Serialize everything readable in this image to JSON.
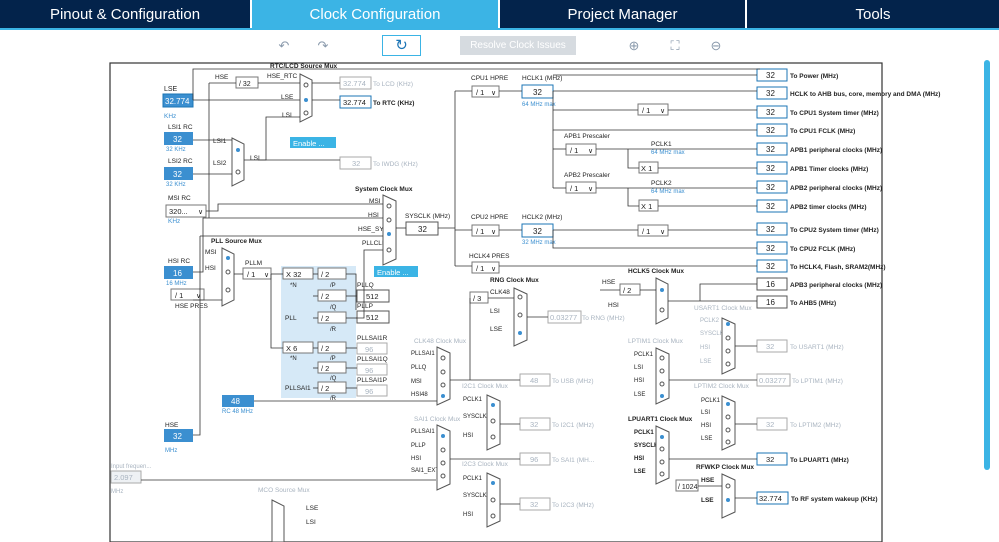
{
  "tabs": [
    "Pinout & Configuration",
    "Clock Configuration",
    "Project Manager",
    "Tools"
  ],
  "toolbar": {
    "undo_icon": "undo-icon",
    "redo_icon": "redo-icon",
    "refresh_icon": "refresh-icon",
    "resolve_label": "Resolve Clock Issues",
    "zoom_in_icon": "zoom-in-icon",
    "fit_icon": "fit-icon",
    "zoom_out_icon": "zoom-out-icon"
  },
  "colors": {
    "tab_bg": "#03234b",
    "tab_active": "#3bb4e5",
    "source_fill": "#3b8fd0",
    "pll_panel": "#d6e9f7",
    "output_border": "#1b74b5"
  },
  "diagram": {
    "rtc_mux_title": "RTC/LCD Source Mux",
    "hse": "HSE",
    "hse_rtc": "HSE_RTC",
    "div32": "/ 32",
    "lse": "LSE",
    "lse_val": "32.774",
    "khz": "KHz",
    "lsi": "LSI",
    "lcd_val": "32.774",
    "to_lcd": "To LCD (KHz)",
    "rtc_val": "32.774",
    "to_rtc": "To RTC (KHz)",
    "enable_css": "Enable ...",
    "lsi1_rc": "LSI1 RC",
    "lsi1_val": "32",
    "lsi1_khz": "32 KHz",
    "lsi1": "LSI1",
    "lsi2_rc": "LSI2 RC",
    "lsi2_val": "32",
    "lsi2_khz": "32 KHz",
    "lsi2": "LSI2",
    "iwdg_val": "32",
    "to_iwdg": "To IWDG (KHz)",
    "msi_rc": "MSI RC",
    "msi_val": "320...",
    "msi_khz": "KHz",
    "sys_mux_title": "System Clock Mux",
    "msi": "MSI",
    "hsi": "HSI",
    "hse_sys": "HSE_SYS",
    "pllclk": "PLLCLK",
    "sysclk_label": "SYSCLK (MHz)",
    "sysclk_val": "32",
    "enable_css2": "Enable ...",
    "pll_mux_title": "PLL Source Mux",
    "hsi_rc": "HSI RC",
    "hsi_val": "16",
    "hsi_mhz": "16 MHz",
    "hse_pres_div": "/ 1",
    "hse_pres": "HSE PRES",
    "pllm_label": "PLLM",
    "pllm_val": "/ 1",
    "pll_n_val": "X 32",
    "pll_n": "*N",
    "pll_p_val": "/ 2",
    "pll_p": "/P",
    "pll_q_val": "/ 2",
    "pll_q": "/Q",
    "pll_r_val": "/ 2",
    "pll_r": "/R",
    "pll_label": "PLL",
    "pllq_label": "PLLQ",
    "pllq_val": "512",
    "pllp_label": "PLLP",
    "pllp_val": "512",
    "sai_n_val": "X 6",
    "sai_n": "*N",
    "sai_p_val": "/ 2",
    "sai_p": "/P",
    "sai_q_val": "/ 2",
    "sai_q": "/Q",
    "sai_r_val": "/ 2",
    "sai_r": "/R",
    "pllsai1_label": "PLLSAI1",
    "pllsai1r": "PLLSAI1R",
    "pllsai1r_val": "96",
    "pllsai1q": "PLLSAI1Q",
    "pllsai1q_val": "96",
    "pllsai1p": "PLLSAI1P",
    "pllsai1p_val": "96",
    "hsi48_val": "48",
    "rc48": "RC 48 MHz",
    "hse_label": "HSE",
    "hse_val": "32",
    "hse_mhz": "MHz",
    "input_freq": "Input frequen...",
    "input_val": "2.097",
    "input_mhz": "MHz",
    "mco_title": "MCO Source Mux",
    "mco_lse": "LSE",
    "mco_lsi": "LSI",
    "cpu1_hpre": "CPU1 HPRE",
    "cpu1_div": "/ 1",
    "hclk1_label": "HCLK1 (MHz)",
    "hclk1_val": "32",
    "hclk1_max": "64 MHz max",
    "cpu1_systimer_div": "/ 1",
    "apb1_prescaler": "APB1 Prescaler",
    "apb1_div": "/ 1",
    "pclk1": "PCLK1",
    "pclk1_max": "64 MHz max",
    "x1_a": "X 1",
    "apb2_prescaler": "APB2 Prescaler",
    "apb2_div": "/ 1",
    "pclk2": "PCLK2",
    "pclk2_max": "64 MHz max",
    "x1_b": "X 1",
    "cpu2_hpre": "CPU2 HPRE",
    "cpu2_div": "/ 1",
    "hclk2_label": "HCLK2 (MHz)",
    "hclk2_val": "32",
    "hclk2_max": "32 MHz max",
    "cpu2_systimer_div": "/ 1",
    "hclk4_pres": "HCLK4 PRES",
    "hclk4_div": "/ 1",
    "rng_title": "RNG Clock Mux",
    "clk48": "CLK48",
    "rng_lsi": "LSI",
    "rng_lse": "LSE",
    "rng_div": "/ 3",
    "rng_val": "0.03277",
    "to_rng": "To RNG (MHz)",
    "hclk5_title": "HCLK5 Clock Mux",
    "hclk5_hse": "HSE",
    "hclk5_div": "/ 2",
    "hclk5_hsi": "HSI",
    "clk48_title": "CLK48 Clock Mux",
    "c48_pllsai1": "PLLSAI1",
    "c48_pllq": "PLLQ",
    "c48_msi": "MSI",
    "c48_hsi48": "HSI48",
    "usb_val": "48",
    "to_usb": "To USB (MHz)",
    "i2c1_title": "I2C1 Clock Mux",
    "i2c1_pclk1": "PCLK1",
    "i2c1_sysclk": "SYSCLK",
    "i2c1_hsi": "HSI",
    "i2c1_val": "32",
    "to_i2c1": "To I2C1 (MHz)",
    "sai1_title": "SAI1 Clock Mux",
    "sai1_pllsai1": "PLLSAI1",
    "sai1_pllp": "PLLP",
    "sai1_hsi": "HSI",
    "sai1_ext": "SAI1_EXT",
    "sai1_val": "96",
    "to_sai1": "To SAI1 (MH...",
    "i2c3_title": "I2C3 Clock Mux",
    "i2c3_pclk1": "PCLK1",
    "i2c3_sysclk": "SYSCLK",
    "i2c3_hsi": "HSI",
    "i2c3_val": "32",
    "to_i2c3": "To I2C3 (MHz)",
    "usart1_title": "USART1 Clock Mux",
    "us_pclk2": "PCLK2",
    "us_sysclk": "SYSCLK",
    "us_hsi": "HSI",
    "us_lse": "LSE",
    "usart1_val": "32",
    "to_usart1": "To USART1 (MHz)",
    "lptim1_title": "LPTIM1 Clock Mux",
    "lp1_pclk1": "PCLK1",
    "lp1_lsi": "LSI",
    "lp1_hsi": "HSI",
    "lp1_lse": "LSE",
    "lptim1_val": "0.03277",
    "to_lptim1": "To LPTIM1 (MHz)",
    "lptim2_title": "LPTIM2 Clock Mux",
    "lp2_pclk1": "PCLK1",
    "lp2_lsi": "LSI",
    "lp2_hsi": "HSI",
    "lp2_lse": "LSE",
    "lptim2_val": "32",
    "to_lptim2": "To LPTIM2 (MHz)",
    "lpuart1_title": "LPUART1 Clock Mux",
    "lpu_pclk1": "PCLK1",
    "lpu_sysclk": "SYSCLK",
    "lpu_hsi": "HSI",
    "lpu_lse": "LSE",
    "lpuart1_val": "32",
    "to_lpuart1": "To LPUART1 (MHz)",
    "rfwkp_title": "RFWKP Clock Mux",
    "rf_hse": "HSE",
    "rf_div": "/ 1024",
    "rf_lse": "LSE",
    "rf_val": "32.774",
    "to_rf": "To RF system wakeup (KHz)"
  },
  "outputs": [
    {
      "value": "32",
      "label": "To Power (MHz)"
    },
    {
      "value": "32",
      "label": "HCLK to AHB bus, core, memory and DMA (MHz)"
    },
    {
      "value": "32",
      "label": "To CPU1 System timer (MHz)"
    },
    {
      "value": "32",
      "label": "To CPU1 FCLK (MHz)"
    },
    {
      "value": "32",
      "label": "APB1 peripheral clocks (MHz)"
    },
    {
      "value": "32",
      "label": "APB1 Timer clocks (MHz)"
    },
    {
      "value": "32",
      "label": "APB2 peripheral clocks (MHz)"
    },
    {
      "value": "32",
      "label": "APB2 timer clocks (MHz)"
    },
    {
      "value": "32",
      "label": "To CPU2 System timer (MHz)"
    },
    {
      "value": "32",
      "label": "To CPU2 FCLK (MHz)"
    },
    {
      "value": "32",
      "label": "To HCLK4, Flash, SRAM2(MHz)"
    },
    {
      "value": "16",
      "label": "APB3 peripheral clocks (MHz)"
    },
    {
      "value": "16",
      "label": "To AHB5 (MHz)"
    }
  ]
}
